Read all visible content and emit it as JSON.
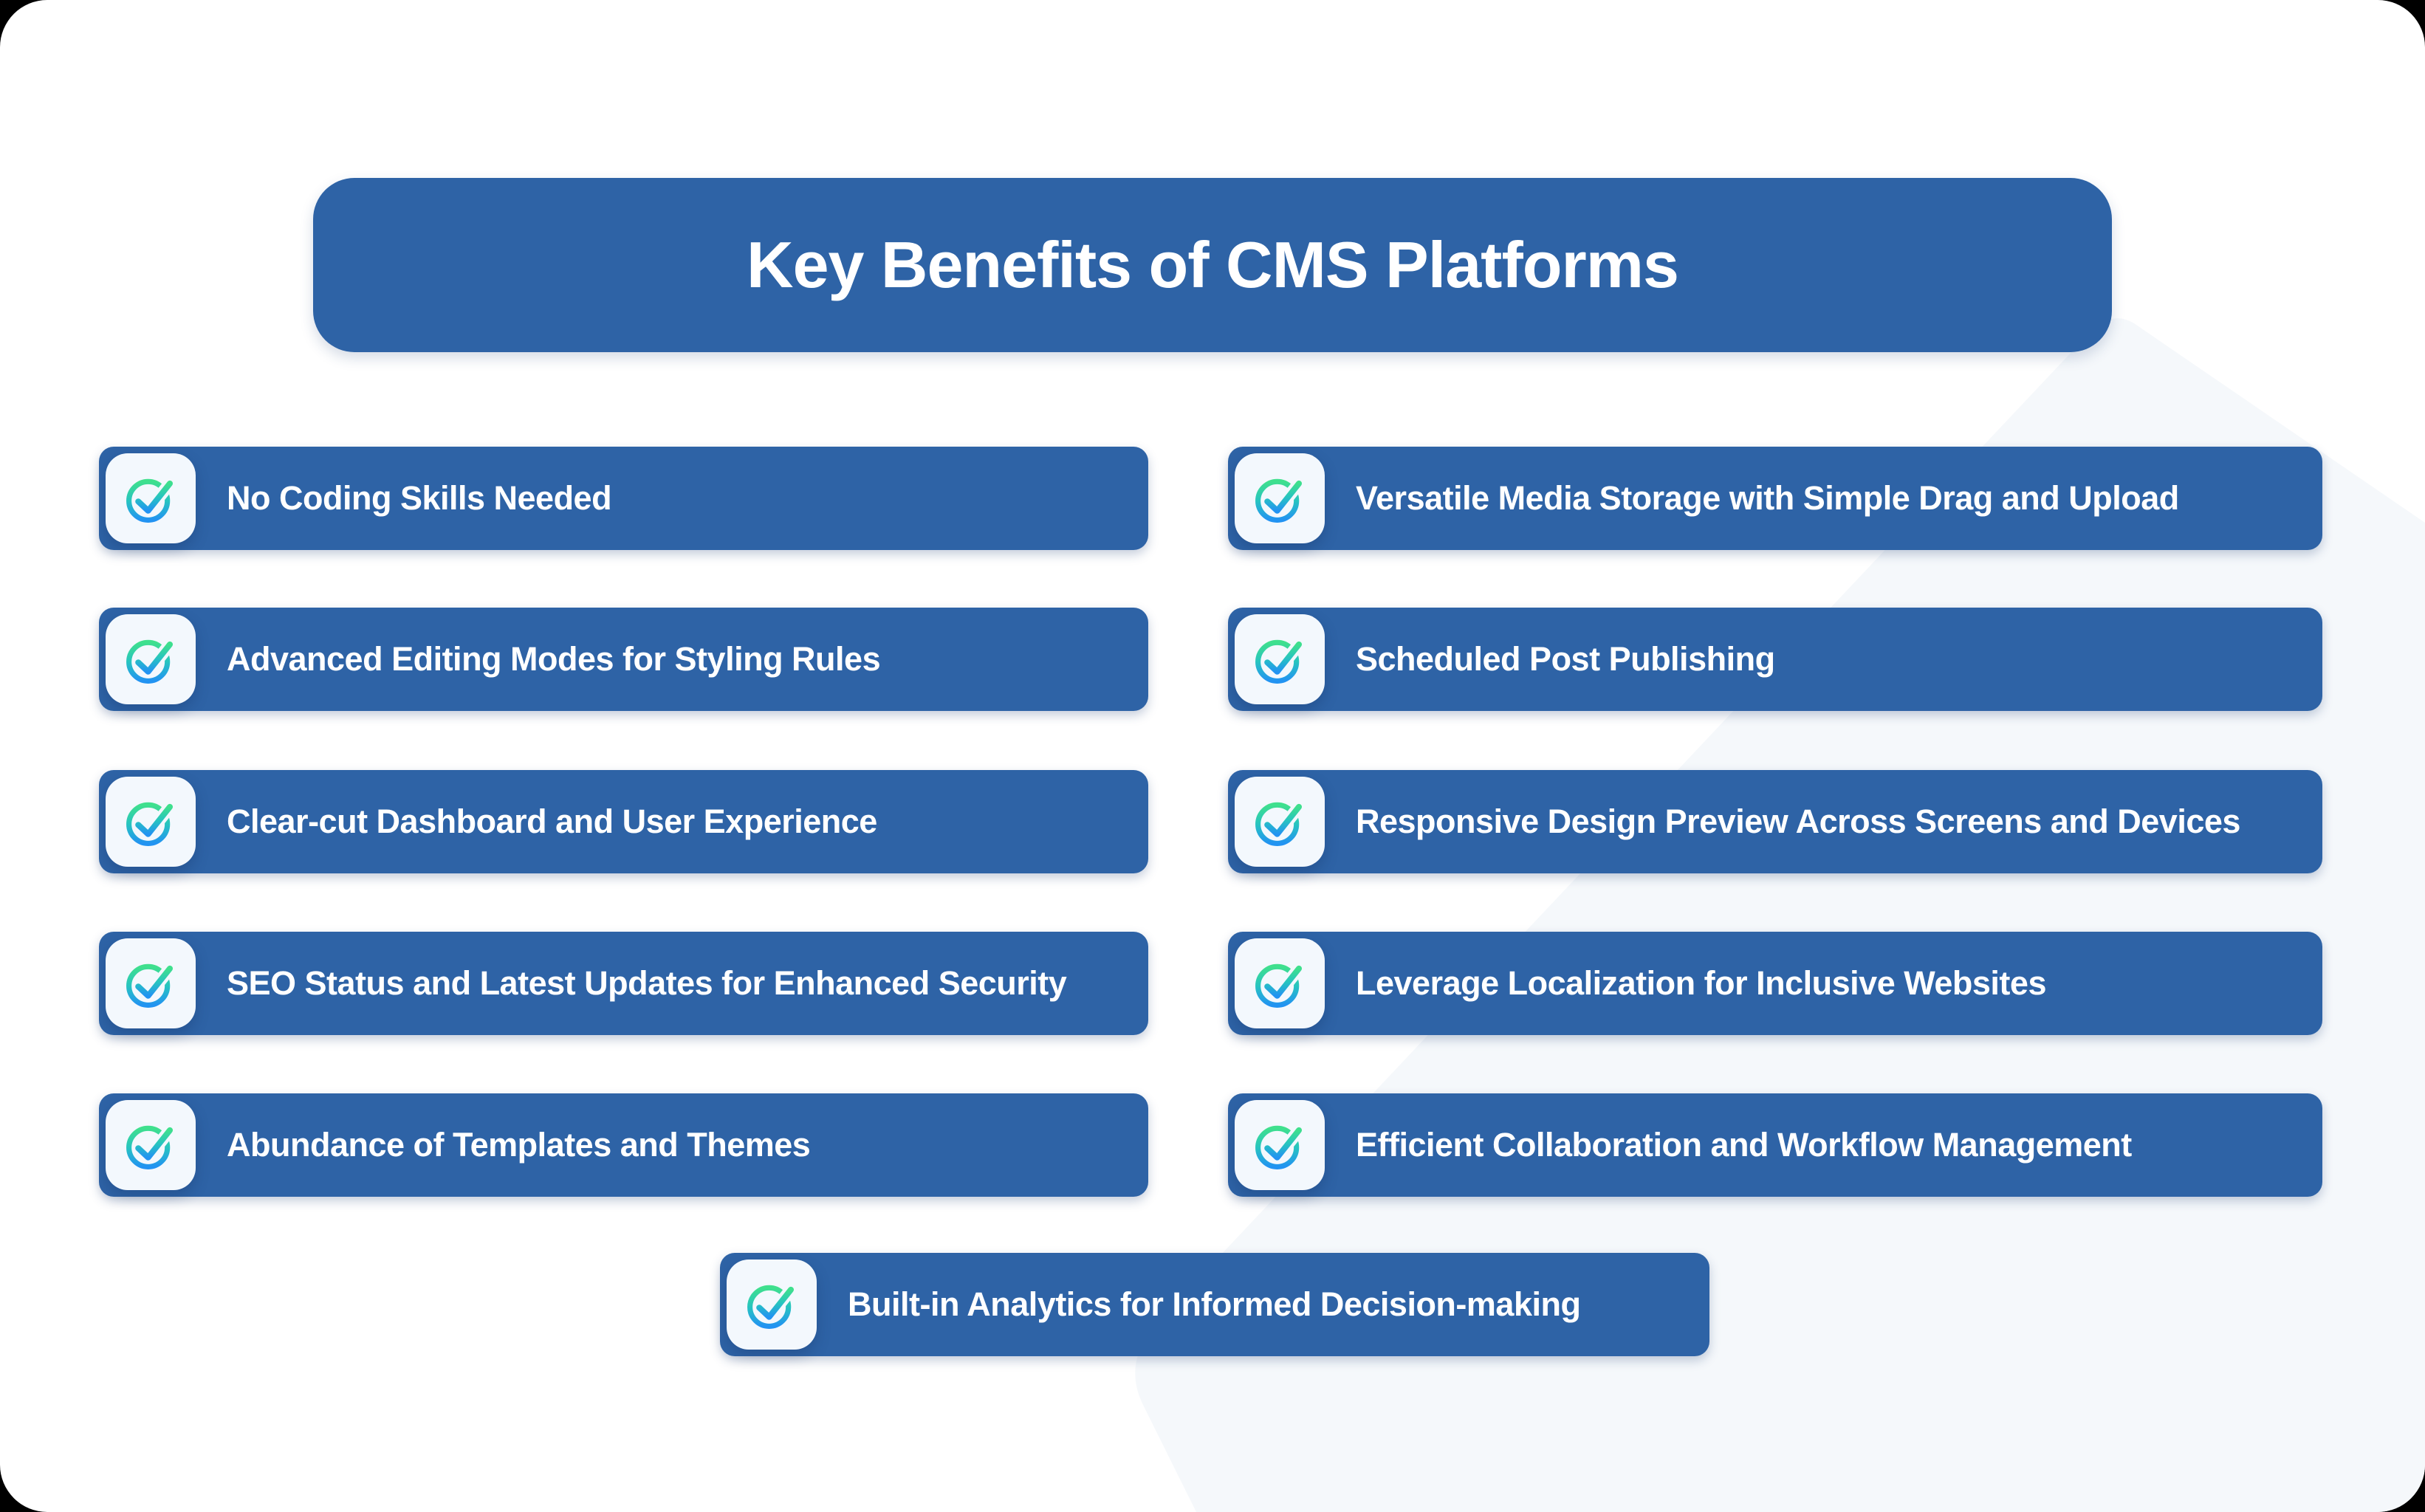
{
  "title": "Key Benefits of CMS Platforms",
  "columns": {
    "left": [
      "No Coding Skills Needed",
      "Advanced Editing Modes for Styling Rules",
      "Clear-cut Dashboard and User Experience",
      "SEO Status and Latest Updates for Enhanced Security",
      "Abundance of Templates and Themes"
    ],
    "right": [
      "Versatile Media Storage with Simple Drag and Upload",
      "Scheduled Post Publishing",
      "Responsive Design Preview Across Screens and Devices",
      "Leverage Localization for Inclusive Websites",
      "Efficient Collaboration and Workflow Management"
    ],
    "bottom": [
      "Built-in Analytics for Informed Decision-making"
    ]
  },
  "icons": {
    "item_icon": "check-circle-icon"
  },
  "colors": {
    "page_background": "#000000",
    "canvas_background": "#ffffff",
    "background_blob": "#f5f8fb",
    "banner_blue": "#2e63a6",
    "bar_blue": "#2e63a6",
    "icon_tile": "#f3f8fd",
    "icon_gradient_top": "#3fe08d",
    "icon_gradient_mid": "#27c4c0",
    "icon_gradient_bottom": "#2293f2",
    "text_white": "#ffffff"
  }
}
